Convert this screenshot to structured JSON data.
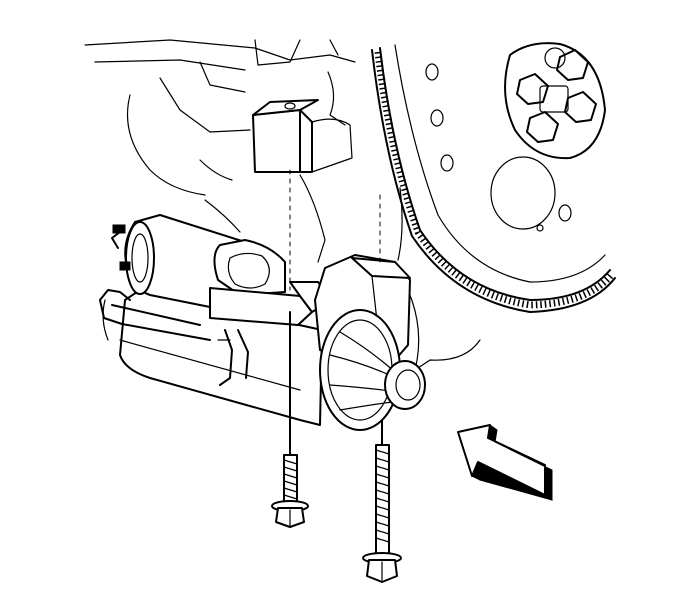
{
  "diagram": {
    "components": [
      {
        "name": "engine-block",
        "icon": "engine-block-icon"
      },
      {
        "name": "flywheel",
        "icon": "flywheel-icon"
      },
      {
        "name": "mounting-bracket",
        "icon": "bracket-icon"
      },
      {
        "name": "starter-motor",
        "icon": "starter-motor-icon"
      },
      {
        "name": "short-bolt",
        "icon": "bolt-icon"
      },
      {
        "name": "long-bolt",
        "icon": "bolt-icon"
      },
      {
        "name": "direction-arrow",
        "icon": "arrow-icon"
      }
    ],
    "colors": {
      "line": "#000000",
      "background": "#ffffff"
    }
  }
}
